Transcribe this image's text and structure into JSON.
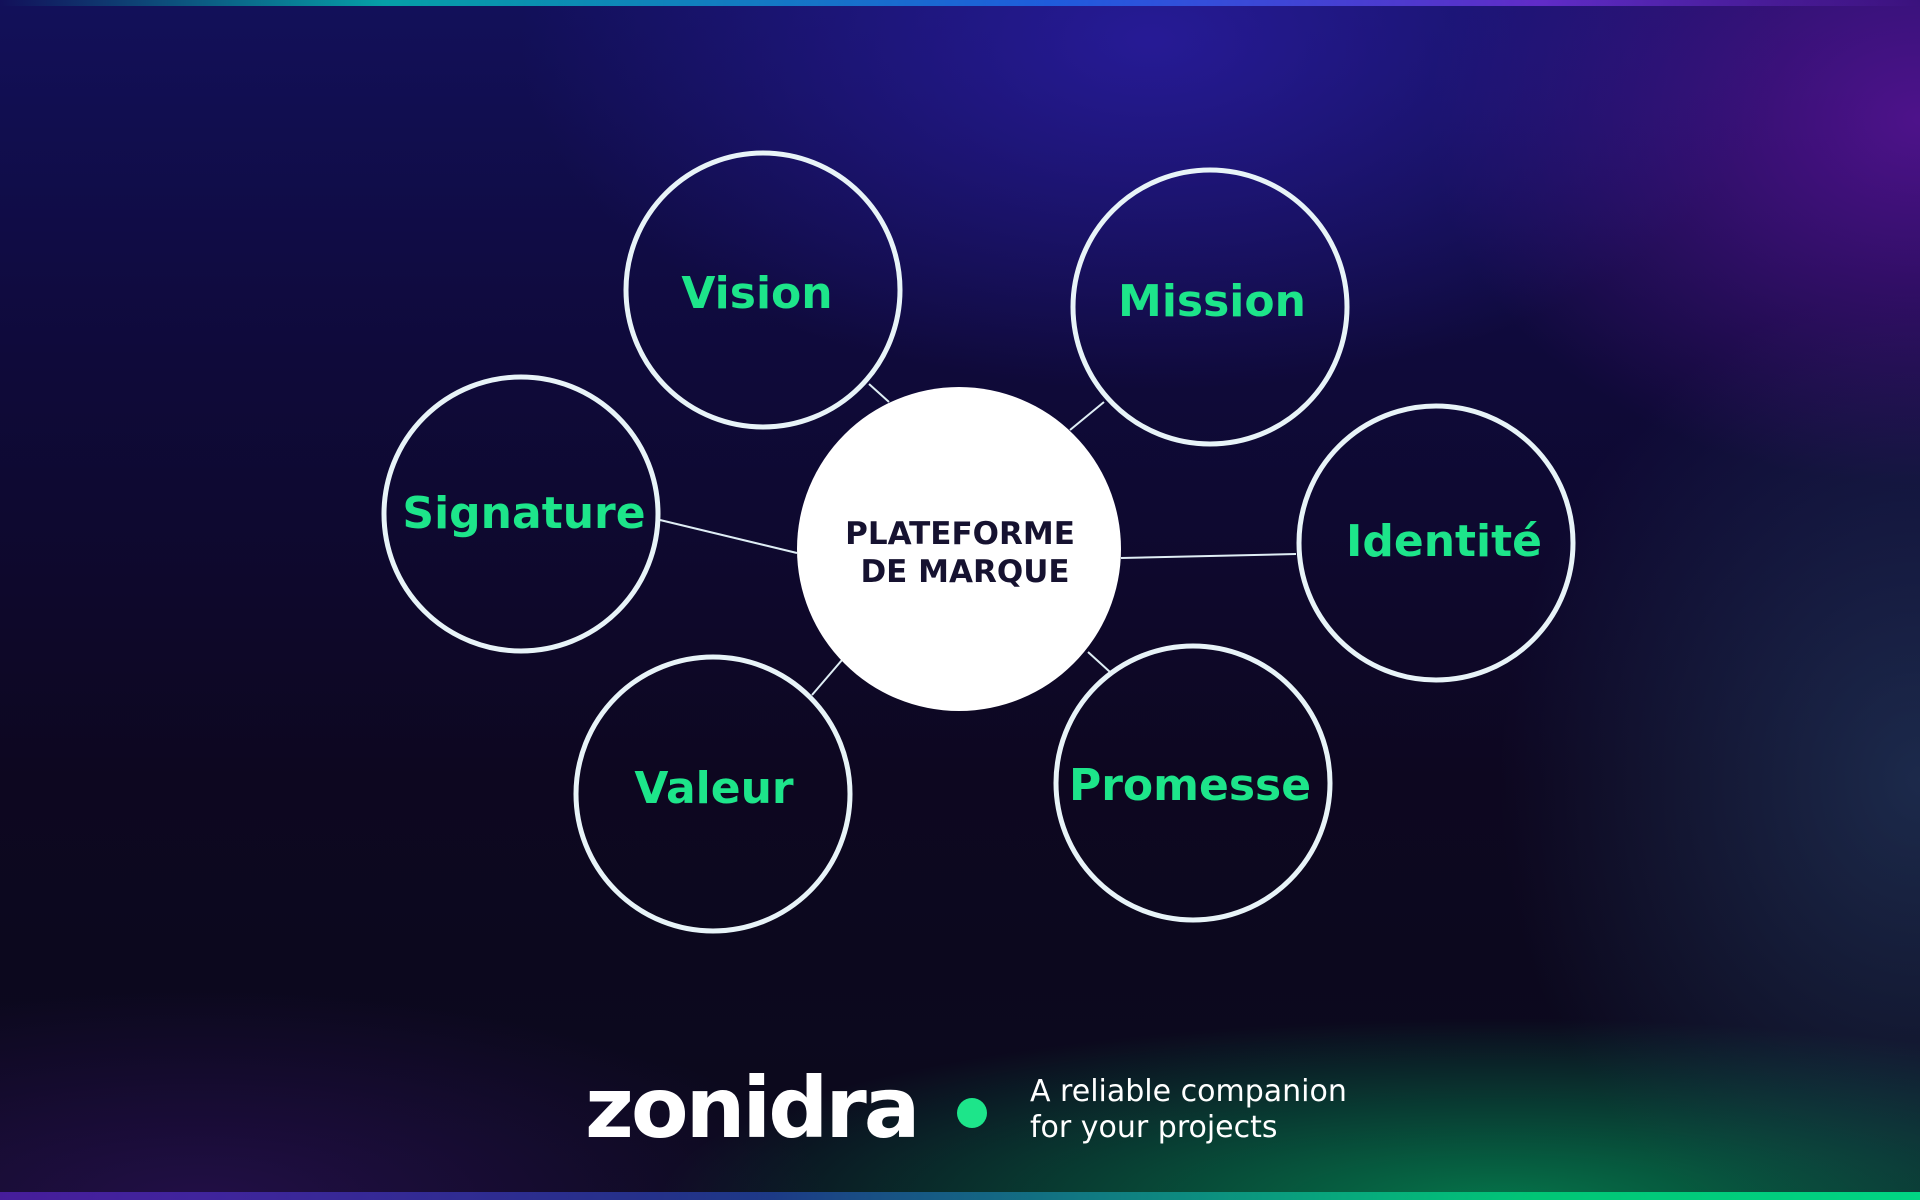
{
  "diagram": {
    "center": {
      "line1": "PLATEFORME",
      "line2": "DE MARQUE"
    },
    "nodes": [
      {
        "id": "vision",
        "label": "Vision"
      },
      {
        "id": "mission",
        "label": "Mission"
      },
      {
        "id": "signature",
        "label": "Signature"
      },
      {
        "id": "identite",
        "label": "Identité"
      },
      {
        "id": "valeur",
        "label": "Valeur"
      },
      {
        "id": "promesse",
        "label": "Promesse"
      }
    ]
  },
  "footer": {
    "logo_text": "zonidra",
    "tagline_line1": "A reliable companion",
    "tagline_line2": "for your projects"
  },
  "colors": {
    "accent": "#1de58a",
    "circle_stroke": "#e8f4f8",
    "center_fill": "#ffffff",
    "center_text": "#161230"
  }
}
